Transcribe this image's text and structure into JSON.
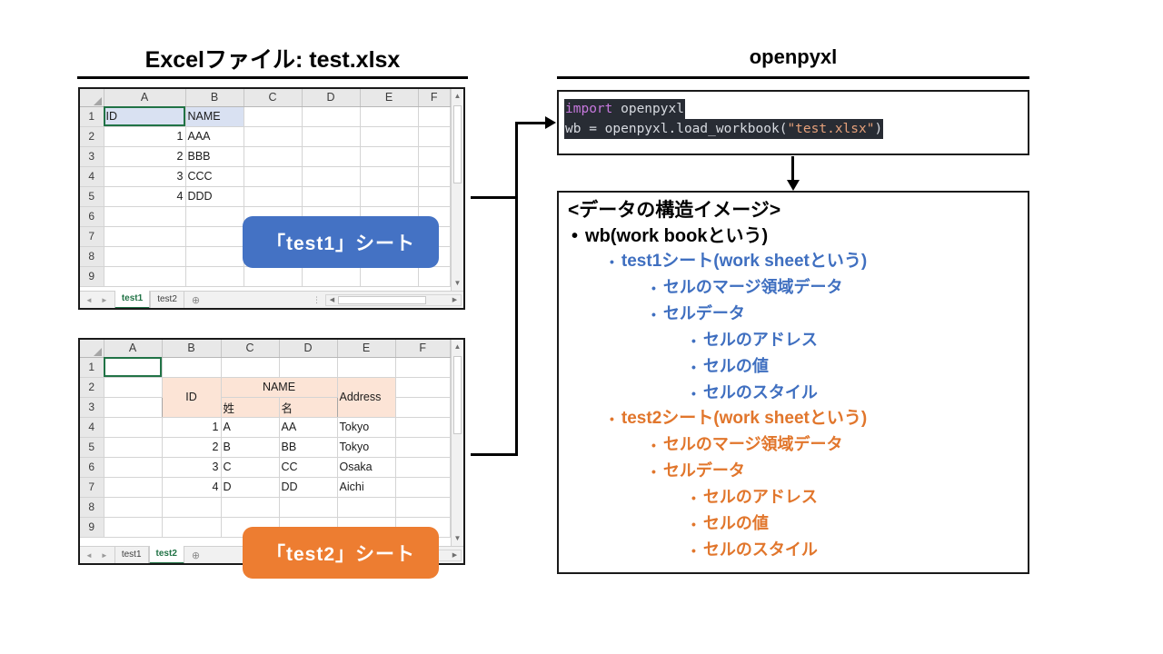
{
  "headings": {
    "left": "Excelファイル: test.xlsx",
    "right": "openpyxl"
  },
  "colors": {
    "sheet1_badge": "#4472C4",
    "sheet2_badge": "#ED7D31",
    "sheet1_header_fill": "#D9E1F2",
    "sheet2_header_fill": "#FCE4D6",
    "blue_text": "#3F6FC0",
    "orange_text": "#E1762C",
    "code_background": "#282C34",
    "code_keyword": "#C678DD",
    "code_string": "#E5A07A"
  },
  "sheet1": {
    "columns": [
      "A",
      "B",
      "C",
      "D",
      "E",
      "F"
    ],
    "row_numbers": [
      "1",
      "2",
      "3",
      "4",
      "5",
      "6",
      "7",
      "8",
      "9"
    ],
    "cells": {
      "A1": "ID",
      "B1": "NAME",
      "A2": "1",
      "B2": "AAA",
      "A3": "2",
      "B3": "BBB",
      "A4": "3",
      "B4": "CCC",
      "A5": "4",
      "B5": "DDD"
    },
    "active_cell": "A1",
    "tabs": [
      {
        "label": "test1",
        "active": true
      },
      {
        "label": "test2",
        "active": false
      }
    ],
    "add_sheet_icon": "⊕",
    "badge": "「test1」シート"
  },
  "sheet2": {
    "columns": [
      "A",
      "B",
      "C",
      "D",
      "E",
      "F"
    ],
    "row_numbers": [
      "1",
      "2",
      "3",
      "4",
      "5",
      "6",
      "7",
      "8",
      "9"
    ],
    "cells": {
      "B2_B3_merged_ID": "ID",
      "C2_D2_merged_NAME": "NAME",
      "E2_E3_merged_Address": "Address",
      "C3": "姓",
      "D3": "名",
      "B4": "1",
      "C4": "A",
      "D4": "AA",
      "E4": "Tokyo",
      "B5": "2",
      "C5": "B",
      "D5": "BB",
      "E5": "Tokyo",
      "B6": "3",
      "C6": "C",
      "D6": "CC",
      "E6": "Osaka",
      "B7": "4",
      "C7": "D",
      "D7": "DD",
      "E7": "Aichi"
    },
    "active_cell": "A1",
    "tabs": [
      {
        "label": "test1",
        "active": false
      },
      {
        "label": "test2",
        "active": true
      }
    ],
    "add_sheet_icon": "⊕",
    "badge": "「test2」シート"
  },
  "code": {
    "line1": {
      "keyword": "import",
      "module": " openpyxl"
    },
    "line2": {
      "before": "wb = openpyxl.load_workbook(",
      "string": "\"test.xlsx\"",
      "after": ")"
    }
  },
  "structure": {
    "title": "<データの構造イメージ>",
    "bullet": "•",
    "items": [
      {
        "level": 1,
        "color": "black",
        "label": "wb(work bookという)"
      },
      {
        "level": 2,
        "color": "blue",
        "label": "test1シート(work sheetという)"
      },
      {
        "level": 3,
        "color": "blue",
        "label": "セルのマージ領域データ"
      },
      {
        "level": 3,
        "color": "blue",
        "label": "セルデータ"
      },
      {
        "level": 4,
        "color": "blue",
        "label": "セルのアドレス"
      },
      {
        "level": 4,
        "color": "blue",
        "label": "セルの値"
      },
      {
        "level": 4,
        "color": "blue",
        "label": "セルのスタイル"
      },
      {
        "level": 2,
        "color": "orange",
        "label": "test2シート(work sheetという)"
      },
      {
        "level": 3,
        "color": "orange",
        "label": "セルのマージ領域データ"
      },
      {
        "level": 3,
        "color": "orange",
        "label": "セルデータ"
      },
      {
        "level": 4,
        "color": "orange",
        "label": "セルのアドレス"
      },
      {
        "level": 4,
        "color": "orange",
        "label": "セルの値"
      },
      {
        "level": 4,
        "color": "orange",
        "label": "セルのスタイル"
      }
    ]
  },
  "scroll": {
    "up_arrow": "▲",
    "down_arrow": "▼",
    "left_arrow": "◀",
    "right_arrow": "▶",
    "nav_first": "◄",
    "nav_last": "►",
    "dots": "⋮"
  }
}
